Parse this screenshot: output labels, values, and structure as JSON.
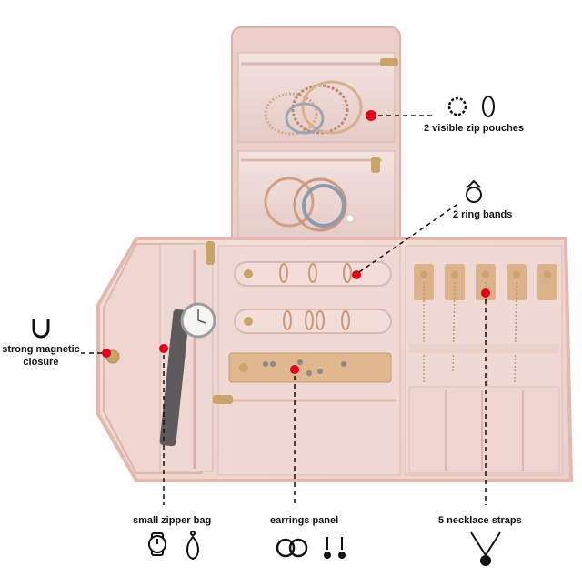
{
  "labels": {
    "zip_pouches": "2 visible zip pouches",
    "ring_bands": "2 ring bands",
    "magnetic_line1": "strong magnetic",
    "magnetic_line2": "closure",
    "zipper_bag": "small zipper bag",
    "earrings_panel": "earrings panel",
    "necklace_straps": "5 necklace straps"
  },
  "icons": {
    "zip_pouches": [
      "bracelet-icon",
      "hoop-earring-icon"
    ],
    "ring_bands": [
      "ring-icon"
    ],
    "magnetic": [
      "magnet-icon"
    ],
    "zipper_bag": [
      "watch-icon",
      "drop-earring-icon"
    ],
    "earrings_panel": [
      "hoop-earrings-pair-icon",
      "stud-earrings-icon"
    ],
    "necklace_straps": [
      "necklace-icon"
    ]
  },
  "colors": {
    "fabric": "#f1d9d3",
    "fabric_dark": "#e3bfb7",
    "trim": "#e8c3bb",
    "pouch": "#e9d2cf",
    "gold": "#c9a46a",
    "callout_dot": "#e3001b",
    "leather": "#e0b78f"
  }
}
